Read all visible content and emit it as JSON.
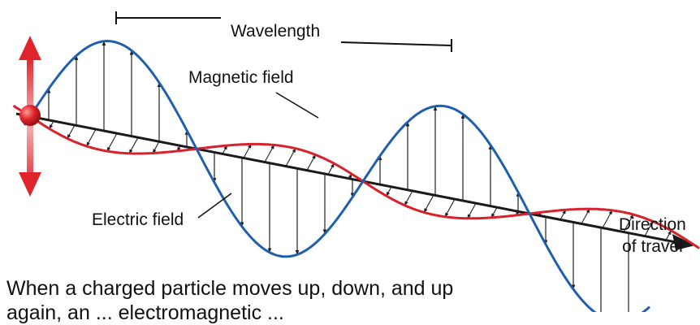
{
  "labels": {
    "wavelength": "Wavelength",
    "magnetic_field": "Magnetic field",
    "electric_field": "Electric field",
    "direction_line1": "Direction",
    "direction_line2": "of travel"
  },
  "caption": {
    "line1": "When a charged particle moves up, down, and up",
    "line2": "again, an ... electromagnetic ..."
  },
  "colors": {
    "electric_wave": "#1f5fae",
    "magnetic_wave": "#d7212b",
    "axis": "#1a1a1a",
    "vector": "#222222",
    "particle": "#d7212b"
  },
  "icons": {
    "particle": "charged-particle-sphere",
    "motion": "up-down-arrow"
  }
}
